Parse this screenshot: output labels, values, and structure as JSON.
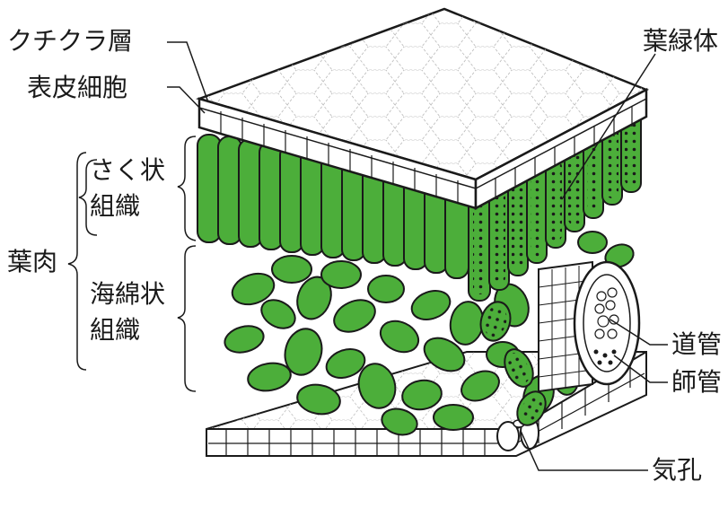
{
  "labels": {
    "cuticle": "クチクラ層",
    "epidermis": "表皮細胞",
    "palisade_line1": "さく状",
    "palisade_line2": "組織",
    "mesophyll": "葉肉",
    "spongy_line1": "海綿状",
    "spongy_line2": "組織",
    "chloroplast": "葉緑体",
    "xylem": "道管",
    "phloem": "師管",
    "stoma": "気孔"
  },
  "colors": {
    "cell_green": "#4cae3a",
    "outline": "#1a1a1a",
    "epidermis_fill": "#ffffff"
  }
}
